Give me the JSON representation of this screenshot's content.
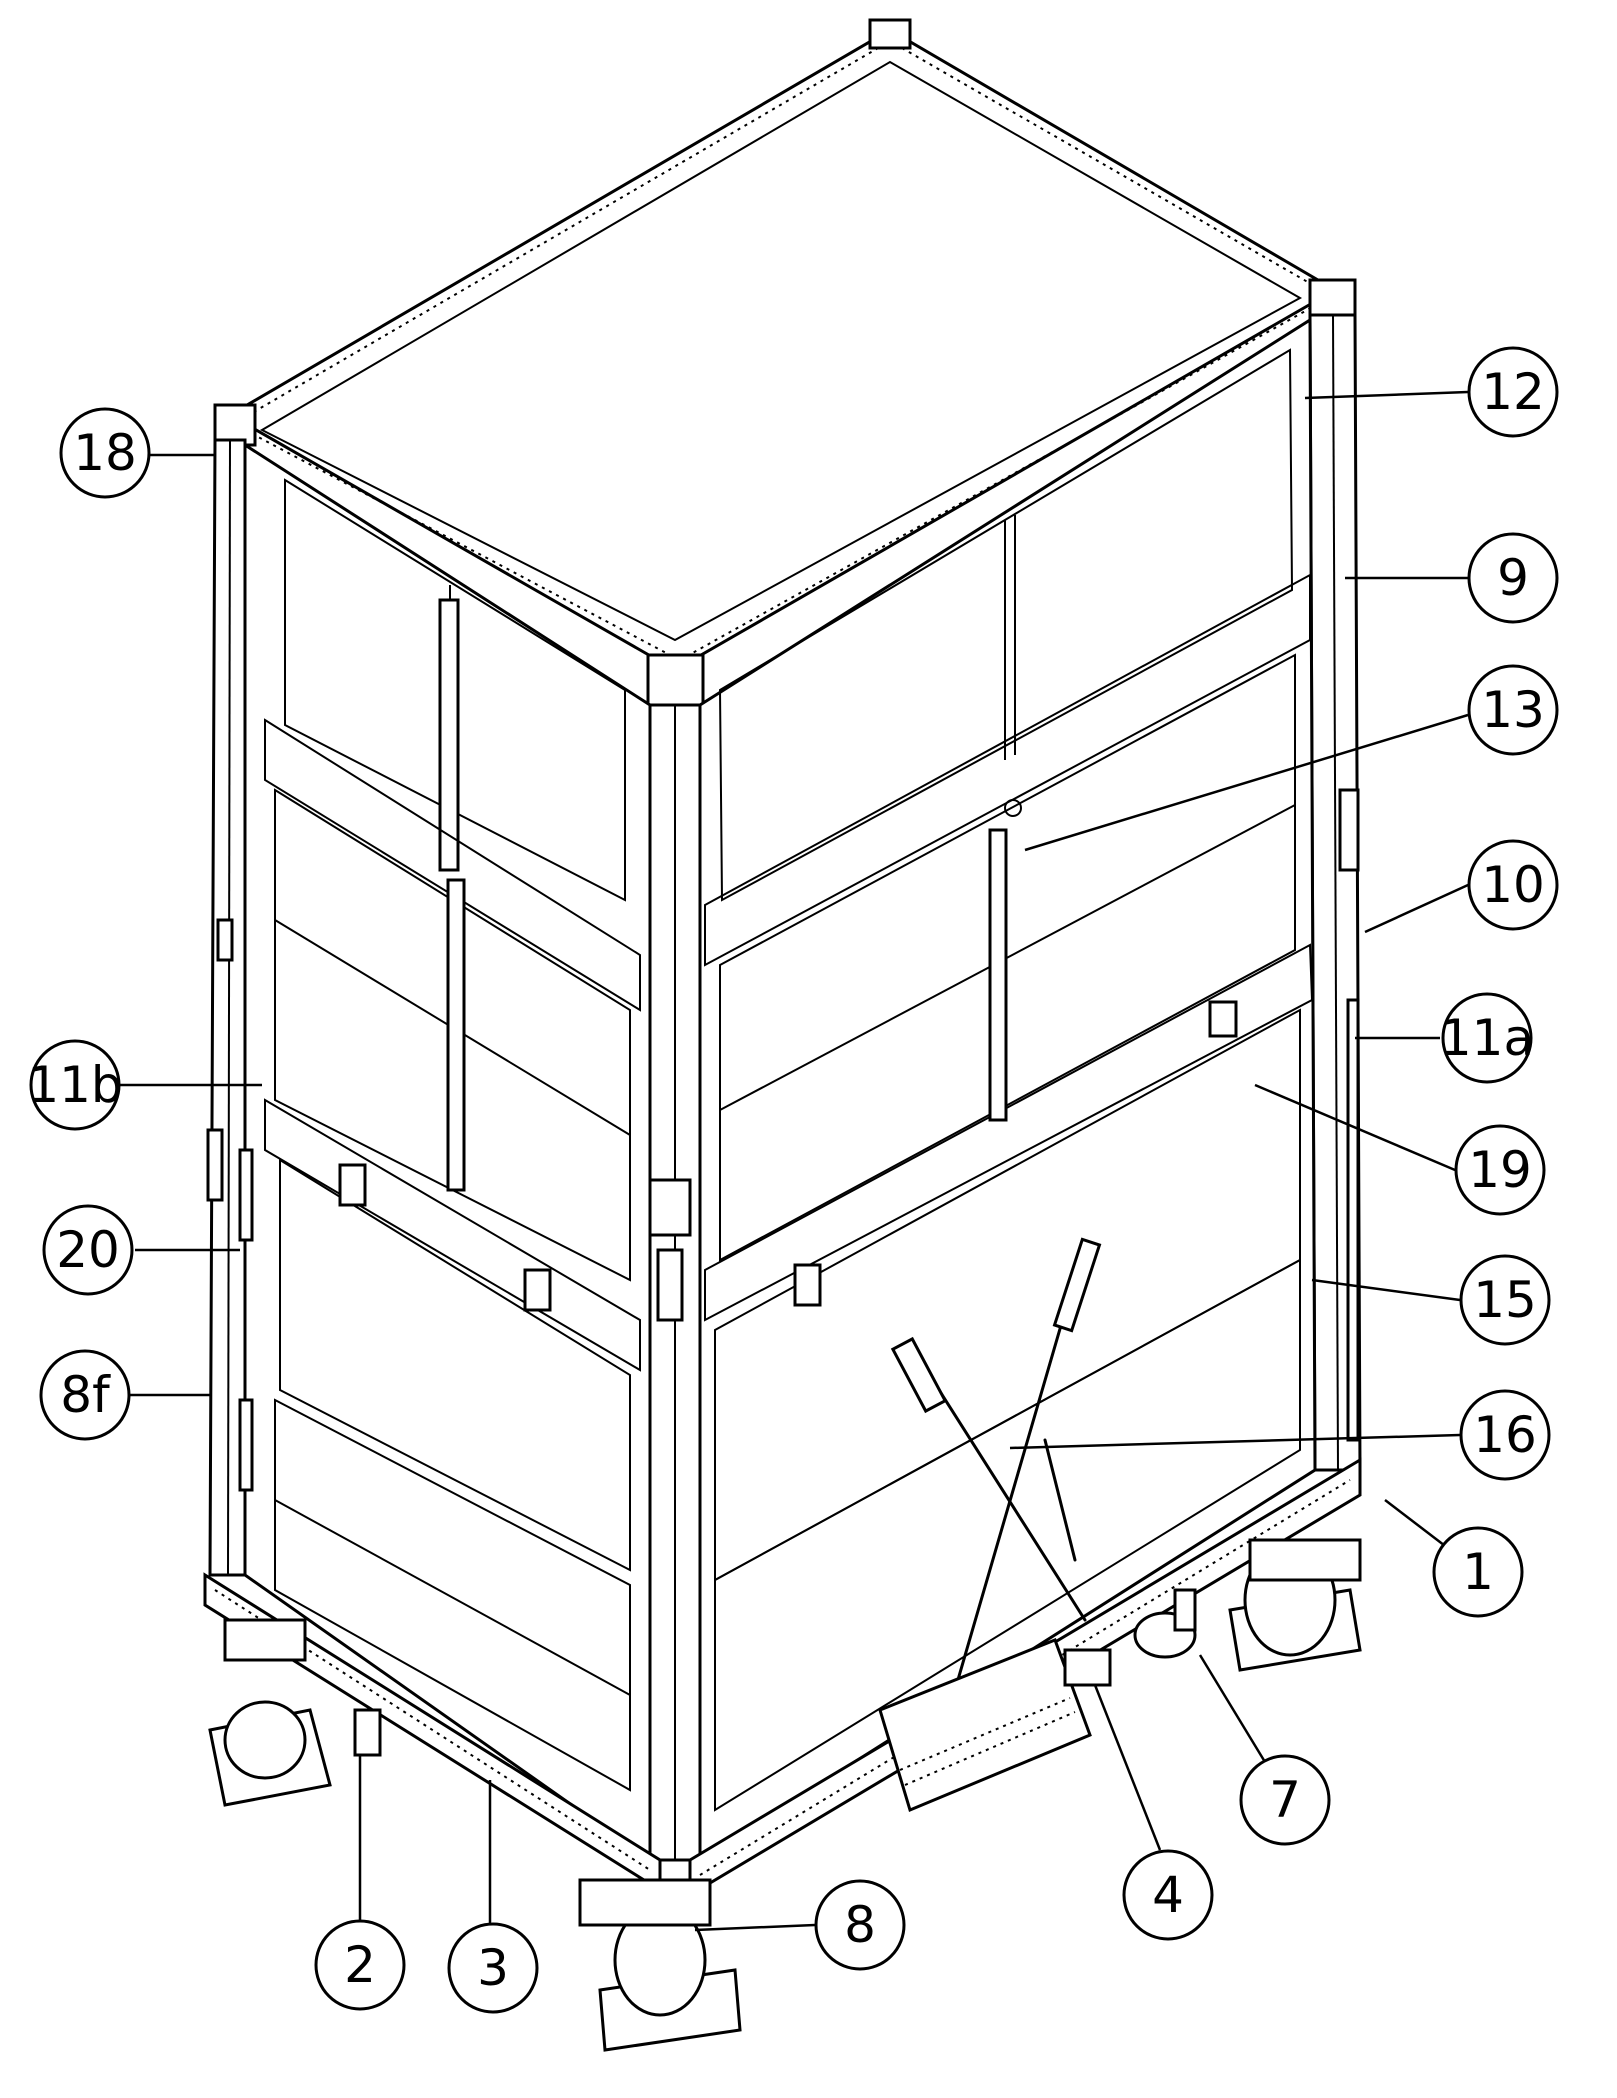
{
  "callouts": [
    {
      "id": "18",
      "label": "18"
    },
    {
      "id": "12",
      "label": "12"
    },
    {
      "id": "9",
      "label": "9"
    },
    {
      "id": "13",
      "label": "13"
    },
    {
      "id": "10",
      "label": "10"
    },
    {
      "id": "11a",
      "label": "11a"
    },
    {
      "id": "11b",
      "label": "11b"
    },
    {
      "id": "19",
      "label": "19"
    },
    {
      "id": "20",
      "label": "20"
    },
    {
      "id": "15",
      "label": "15"
    },
    {
      "id": "8f",
      "label": "8f"
    },
    {
      "id": "16",
      "label": "16"
    },
    {
      "id": "1",
      "label": "1"
    },
    {
      "id": "7",
      "label": "7"
    },
    {
      "id": "4",
      "label": "4"
    },
    {
      "id": "2",
      "label": "2"
    },
    {
      "id": "3",
      "label": "3"
    },
    {
      "id": "8",
      "label": "8"
    }
  ]
}
